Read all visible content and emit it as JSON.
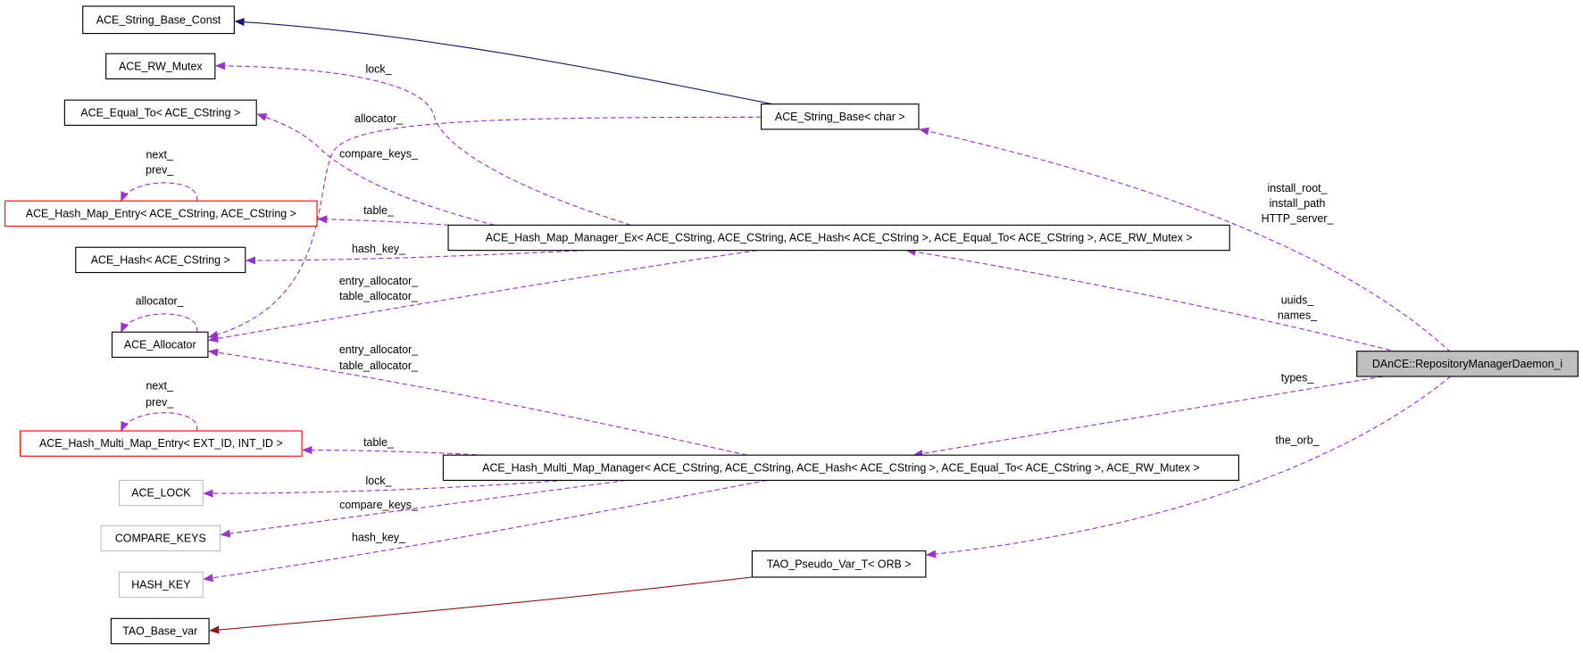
{
  "colors": {
    "usage": "#9a32cd",
    "inherit_blue": "#191970",
    "inherit_red": "#8b1a1a",
    "incomplete": "#ff0000",
    "undocumented": "#bfbfbf",
    "main_fill": "#bfbfbf"
  },
  "nodes": {
    "string_base_const": "ACE_String_Base_Const",
    "rw_mutex": "ACE_RW_Mutex",
    "equal_to": "ACE_Equal_To< ACE_CString >",
    "hash_map_entry": "ACE_Hash_Map_Entry< ACE_CString, ACE_CString >",
    "hash": "ACE_Hash< ACE_CString >",
    "allocator": "ACE_Allocator",
    "hash_multi_map_entry": "ACE_Hash_Multi_Map_Entry< EXT_ID, INT_ID >",
    "ace_lock": "ACE_LOCK",
    "compare_keys": "COMPARE_KEYS",
    "hash_key": "HASH_KEY",
    "tao_base_var": "TAO_Base_var",
    "string_base_char": "ACE_String_Base< char >",
    "hash_map_manager_ex": "ACE_Hash_Map_Manager_Ex< ACE_CString, ACE_CString, ACE_Hash< ACE_CString >, ACE_Equal_To< ACE_CString >, ACE_RW_Mutex >",
    "hash_multi_map_manager": "ACE_Hash_Multi_Map_Manager< ACE_CString, ACE_CString, ACE_Hash< ACE_CString >, ACE_Equal_To< ACE_CString >, ACE_RW_Mutex >",
    "tao_pseudo_var": "TAO_Pseudo_Var_T< ORB >",
    "main": "DAnCE::RepositoryManagerDaemon_i"
  },
  "edge_labels": {
    "lock1": "lock_",
    "allocator1": "allocator_",
    "compare_keys1": "compare_keys_",
    "next1": "next_",
    "prev1": "prev_",
    "table1": "table_",
    "hash_key1": "hash_key_",
    "entry_alloc1": "entry_allocator_",
    "table_alloc1": "table_allocator_",
    "allocator_self": "allocator_",
    "entry_alloc2": "entry_allocator_",
    "table_alloc2": "table_allocator_",
    "next2": "next_",
    "prev2": "prev_",
    "table2": "table_",
    "lock2": "lock_",
    "compare_keys2": "compare_keys_",
    "hash_key2": "hash_key_",
    "install_root": "install_root_",
    "install_path": "install_path",
    "http_server": "HTTP_server_",
    "uuids": "uuids_",
    "names": "names_",
    "types": "types_",
    "the_orb": "the_orb_"
  }
}
